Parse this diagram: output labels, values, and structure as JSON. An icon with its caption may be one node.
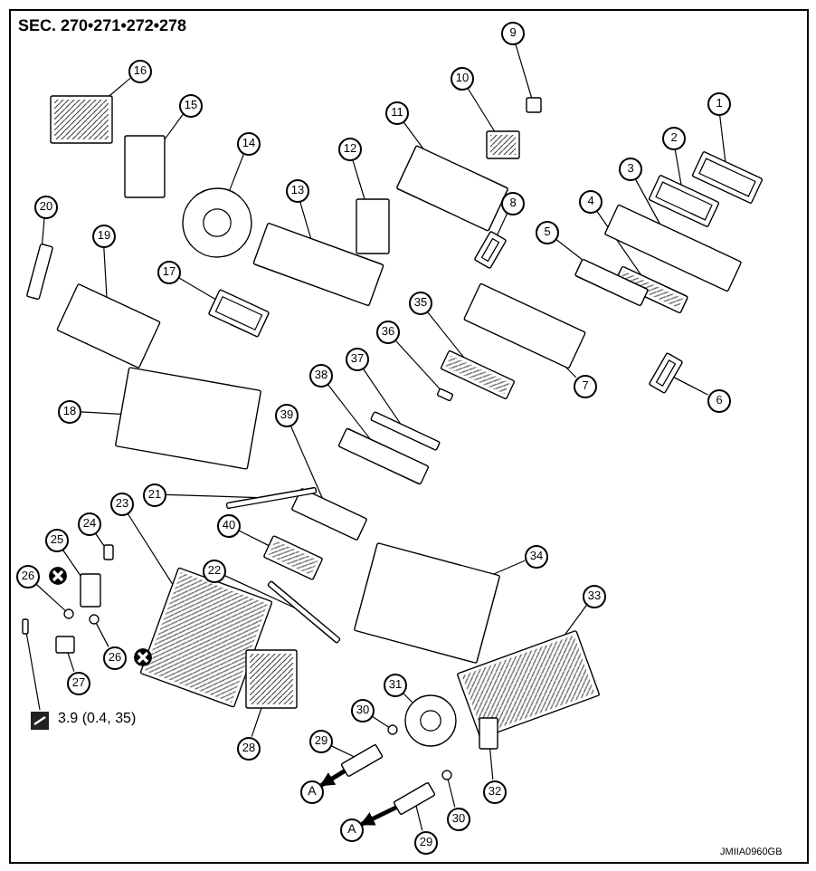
{
  "diagram": {
    "title": "SEC. 270•271•272•278",
    "nodes": [
      {
        "text": [
          "1"
        ]
      },
      {
        "text": [
          "2"
        ]
      },
      {
        "text": [
          "3"
        ]
      },
      {
        "text": [
          "4"
        ]
      },
      {
        "text": [
          "5"
        ]
      },
      {
        "text": [
          "16"
        ]
      },
      {
        "text": [
          "9"
        ]
      },
      {
        "text": [
          "10"
        ]
      },
      {
        "text": [
          "15"
        ]
      },
      {
        "text": [
          "11"
        ]
      },
      {
        "text": [
          "14"
        ]
      },
      {
        "text": [
          "12"
        ]
      },
      {
        "text": [
          "13"
        ]
      },
      {
        "text": [
          "8"
        ]
      },
      {
        "text": [
          "20"
        ]
      },
      {
        "text": [
          "19"
        ]
      },
      {
        "text": [
          "17"
        ]
      },
      {
        "text": [
          "35"
        ]
      },
      {
        "text": [
          "36"
        ]
      },
      {
        "text": [
          "37"
        ]
      },
      {
        "text": [
          "38"
        ]
      },
      {
        "text": [
          "7"
        ]
      },
      {
        "text": [
          "6"
        ]
      },
      {
        "text": [
          "39"
        ]
      },
      {
        "text": [
          "18"
        ]
      },
      {
        "text": [
          "21"
        ]
      },
      {
        "text": [
          "23"
        ]
      },
      {
        "text": [
          "24"
        ]
      },
      {
        "text": [
          "40"
        ]
      },
      {
        "text": [
          "25"
        ]
      },
      {
        "text": [
          "34"
        ]
      },
      {
        "text": [
          "22"
        ]
      },
      {
        "text": [
          "26"
        ]
      },
      {
        "text": [
          "33"
        ]
      },
      {
        "text": [
          "26"
        ]
      },
      {
        "text": [
          "27"
        ]
      },
      {
        "text": [
          "31"
        ]
      },
      {
        "text": [
          "30"
        ]
      },
      {
        "text": [
          "28"
        ]
      },
      {
        "text": [
          "29"
        ]
      },
      {
        "text": [
          "32"
        ]
      },
      {
        "text": [
          "30"
        ]
      },
      {
        "text": [
          "29"
        ]
      },
      {
        "text": [
          "3.9 (0.4, 35)"
        ]
      },
      {
        "text": [],
        "shape": "picture"
      },
      {
        "text": [],
        "shape": "picture"
      },
      {
        "text": [],
        "shape": "box"
      },
      {
        "text": [],
        "shape": "picture"
      },
      {
        "text": [],
        "shape": "box"
      },
      {
        "text": [],
        "shape": "box"
      },
      {
        "text": [],
        "shape": "picture"
      },
      {
        "text": [],
        "shape": "picture"
      },
      {
        "text": [],
        "shape": "box"
      },
      {
        "text": [],
        "shape": "picture"
      },
      {
        "text": [],
        "shape": "box"
      },
      {
        "text": [],
        "shape": "box"
      },
      {
        "text": [],
        "shape": "box"
      },
      {
        "text": [],
        "shape": "picture"
      },
      {
        "text": [],
        "shape": "box"
      },
      {
        "text": [],
        "shape": "picture"
      },
      {
        "text": [],
        "shape": "picture"
      },
      {
        "text": [],
        "shape": "box"
      },
      {
        "text": [],
        "shape": "box"
      },
      {
        "text": [],
        "shape": "box"
      },
      {
        "text": [],
        "shape": "picture"
      },
      {
        "text": [],
        "shape": "box"
      },
      {
        "text": [],
        "shape": "box"
      },
      {
        "text": [],
        "shape": "box"
      },
      {
        "text": [],
        "shape": "box"
      },
      {
        "text": [],
        "shape": "box"
      },
      {
        "text": [],
        "shape": "picture"
      },
      {
        "text": [],
        "shape": "box"
      },
      {
        "text": [],
        "shape": "picture"
      },
      {
        "text": [],
        "shape": "box"
      },
      {
        "text": [],
        "shape": "box"
      },
      {
        "text": [],
        "shape": "box"
      },
      {
        "text": [],
        "shape": "box"
      },
      {
        "text": [],
        "shape": "box"
      },
      {
        "text": [],
        "shape": "picture"
      },
      {
        "text": [],
        "shape": "picture"
      },
      {
        "text": [],
        "shape": "picture"
      },
      {
        "text": [],
        "shape": "box"
      },
      {
        "text": [],
        "shape": "box"
      },
      {
        "text": [],
        "shape": "box"
      },
      {
        "text": [],
        "shape": "circle"
      },
      {
        "text": [],
        "shape": "circle"
      },
      {
        "text": [],
        "shape": "circle"
      },
      {
        "text": [],
        "shape": "circle"
      },
      {
        "text": [
          "A"
        ]
      },
      {
        "text": [
          "A"
        ]
      }
    ],
    "edges": [
      {
        "from": 0,
        "to": 44,
        "arrow": "none"
      },
      {
        "from": 1,
        "to": 45,
        "arrow": "none"
      },
      {
        "from": 2,
        "to": 46,
        "arrow": "none"
      },
      {
        "from": 3,
        "to": 47,
        "arrow": "none"
      },
      {
        "from": 4,
        "to": 48,
        "arrow": "none"
      },
      {
        "from": 5,
        "to": 59,
        "arrow": "none"
      },
      {
        "from": 6,
        "to": 52,
        "arrow": "none"
      },
      {
        "from": 7,
        "to": 53,
        "arrow": "none"
      },
      {
        "from": 8,
        "to": 58,
        "arrow": "none"
      },
      {
        "from": 9,
        "to": 54,
        "arrow": "none"
      },
      {
        "from": 10,
        "to": 57,
        "arrow": "none"
      },
      {
        "from": 11,
        "to": 55,
        "arrow": "none"
      },
      {
        "from": 12,
        "to": 56,
        "arrow": "none"
      },
      {
        "from": 13,
        "to": 51,
        "arrow": "none"
      },
      {
        "from": 14,
        "to": 62,
        "arrow": "none"
      },
      {
        "from": 15,
        "to": 61,
        "arrow": "none"
      },
      {
        "from": 16,
        "to": 60,
        "arrow": "none"
      },
      {
        "from": 17,
        "to": 64,
        "arrow": "none"
      },
      {
        "from": 18,
        "to": 65,
        "arrow": "none"
      },
      {
        "from": 19,
        "to": 66,
        "arrow": "none"
      },
      {
        "from": 20,
        "to": 67,
        "arrow": "none"
      },
      {
        "from": 21,
        "to": 49,
        "arrow": "none"
      },
      {
        "from": 22,
        "to": 50,
        "arrow": "none"
      },
      {
        "from": 23,
        "to": 68,
        "arrow": "none"
      },
      {
        "from": 24,
        "to": 63,
        "arrow": "none"
      },
      {
        "from": 25,
        "to": 69,
        "arrow": "none"
      },
      {
        "from": 26,
        "to": 72,
        "arrow": "none"
      },
      {
        "from": 27,
        "to": 73,
        "arrow": "none"
      },
      {
        "from": 28,
        "to": 70,
        "arrow": "none"
      },
      {
        "from": 29,
        "to": 74,
        "arrow": "none"
      },
      {
        "from": 30,
        "to": 77,
        "arrow": "none"
      },
      {
        "from": 31,
        "to": 71,
        "arrow": "none"
      },
      {
        "from": 32,
        "to": 86,
        "arrow": "none"
      },
      {
        "from": 33,
        "to": 78,
        "arrow": "none"
      },
      {
        "from": 34,
        "to": 87,
        "arrow": "none"
      },
      {
        "from": 35,
        "to": 75,
        "arrow": "none"
      },
      {
        "from": 36,
        "to": 79,
        "arrow": "none"
      },
      {
        "from": 37,
        "to": 84,
        "arrow": "none"
      },
      {
        "from": 38,
        "to": 80,
        "arrow": "none"
      },
      {
        "from": 39,
        "to": 82,
        "arrow": "none"
      },
      {
        "from": 40,
        "to": 81,
        "arrow": "none"
      },
      {
        "from": 41,
        "to": 85,
        "arrow": "none"
      },
      {
        "from": 42,
        "to": 83,
        "arrow": "none"
      },
      {
        "from": 43,
        "to": 76,
        "arrow": "none"
      },
      {
        "from": 82,
        "to": 88,
        "arrow": "to",
        "style": "thick"
      },
      {
        "from": 83,
        "to": 89,
        "arrow": "to",
        "style": "thick"
      }
    ],
    "labels": [
      "JMIIA0960GB"
    ]
  }
}
